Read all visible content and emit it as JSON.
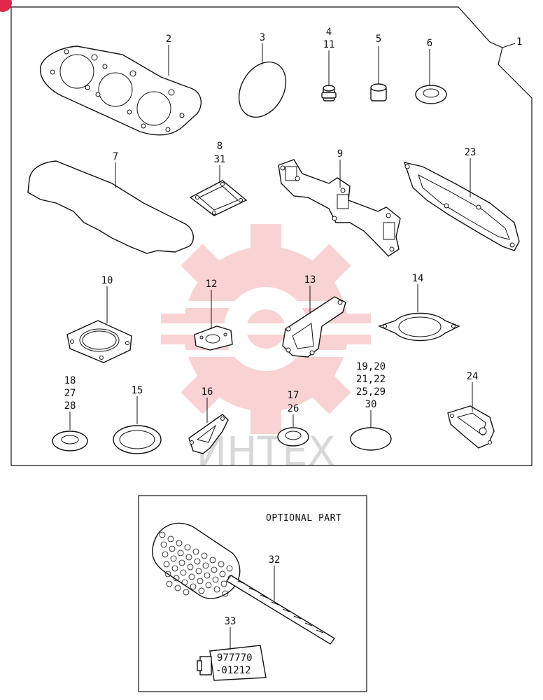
{
  "badge_color": "#e0284a",
  "watermark": {
    "text": "ИНТЕХ",
    "color": "#e8353b"
  },
  "optional_box": {
    "title": "OPTIONAL PART",
    "tube_code_line1": "977770",
    "tube_code_line2": "-01212"
  },
  "callouts": {
    "c1": "1",
    "c2": "2",
    "c3": "3",
    "c4a": "4",
    "c4b": "11",
    "c5": "5",
    "c6": "6",
    "c7": "7",
    "c8a": "8",
    "c8b": "31",
    "c9": "9",
    "c23": "23",
    "c10": "10",
    "c12": "12",
    "c13": "13",
    "c14": "14",
    "c18a": "18",
    "c18b": "27",
    "c18c": "28",
    "c15": "15",
    "c16": "16",
    "c17a": "17",
    "c17b": "26",
    "c19a": "19,20",
    "c19b": "21,22",
    "c19c": "25,29",
    "c19d": "30",
    "c24": "24",
    "c32": "32",
    "c33": "33"
  }
}
